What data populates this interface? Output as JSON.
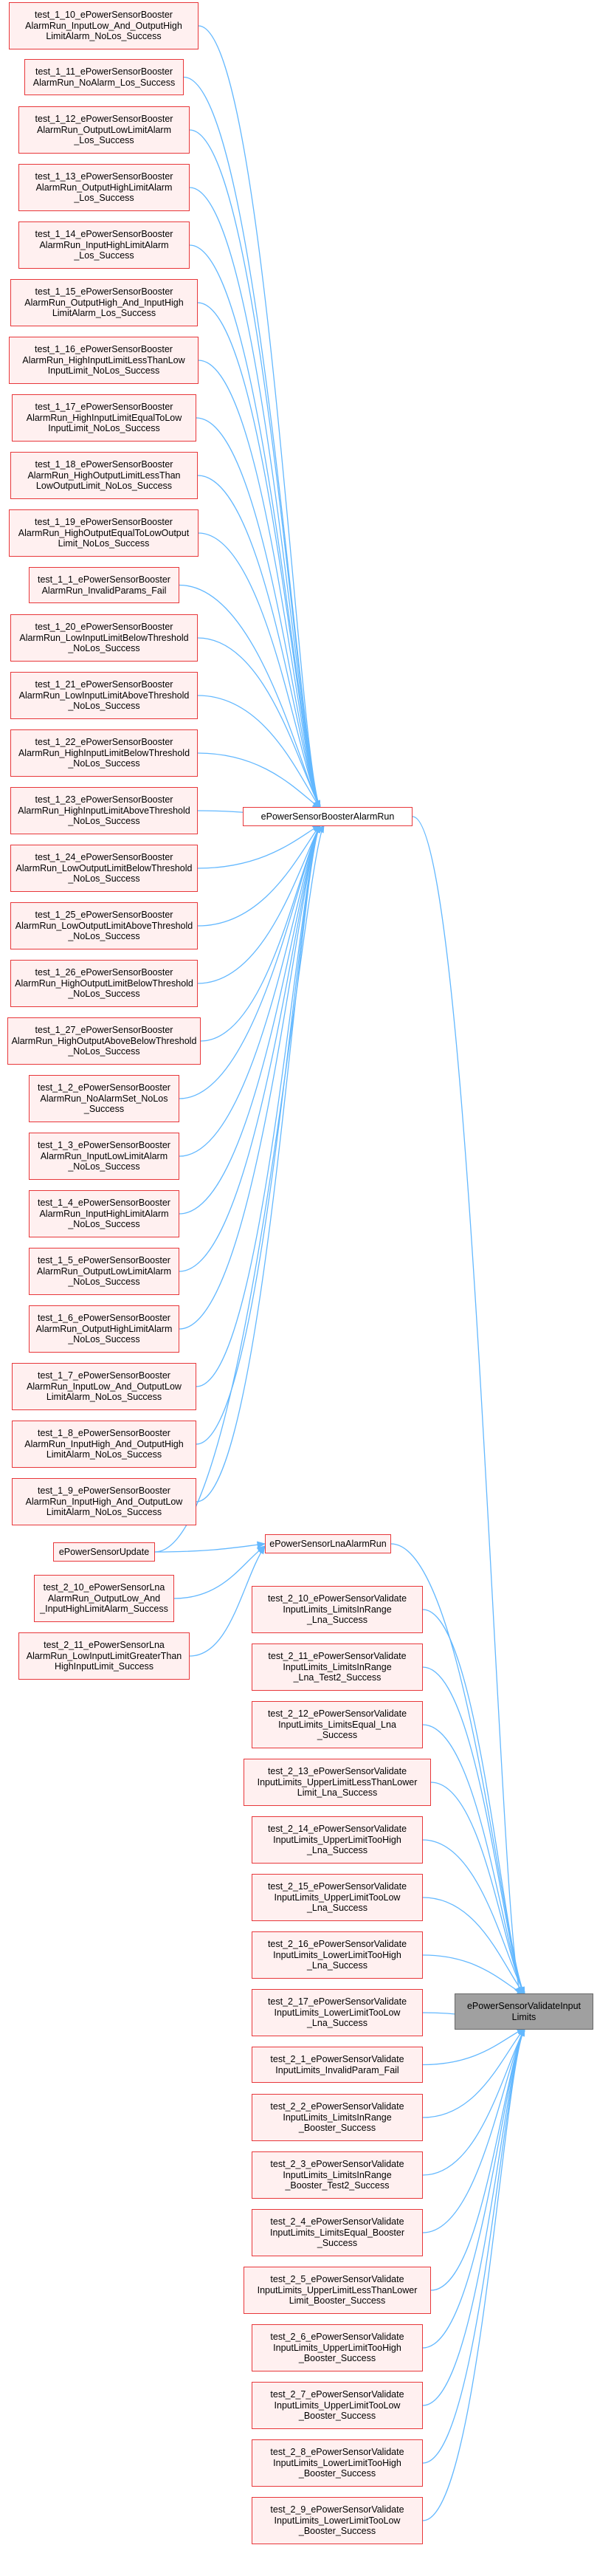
{
  "diagram": {
    "edge_color": "#63b8ff",
    "node_border_color": "#e8373a",
    "node_fill_color": "#fff0f0",
    "target_fill_color": "#a0a0a0",
    "hubs": {
      "alarm_run": "ePowerSensorBoosterAlarmRun",
      "lna_alarm_run": "ePowerSensorLnaAlarmRun",
      "validate": "ePowerSensorValidateInput\nLimits"
    },
    "update_node": "ePowerSensorUpdate",
    "booster_tests": [
      "test_1_10_ePowerSensorBooster\nAlarmRun_InputLow_And_OutputHigh\nLimitAlarm_NoLos_Success",
      "test_1_11_ePowerSensorBooster\nAlarmRun_NoAlarm_Los_Success",
      "test_1_12_ePowerSensorBooster\nAlarmRun_OutputLowLimitAlarm\n_Los_Success",
      "test_1_13_ePowerSensorBooster\nAlarmRun_OutputHighLimitAlarm\n_Los_Success",
      "test_1_14_ePowerSensorBooster\nAlarmRun_InputHighLimitAlarm\n_Los_Success",
      "test_1_15_ePowerSensorBooster\nAlarmRun_OutputHigh_And_InputHigh\nLimitAlarm_Los_Success",
      "test_1_16_ePowerSensorBooster\nAlarmRun_HighInputLimitLessThanLow\nInputLimit_NoLos_Success",
      "test_1_17_ePowerSensorBooster\nAlarmRun_HighInputLimitEqualToLow\nInputLimit_NoLos_Success",
      "test_1_18_ePowerSensorBooster\nAlarmRun_HighOutputLimitLessThan\nLowOutputLimit_NoLos_Success",
      "test_1_19_ePowerSensorBooster\nAlarmRun_HighOutputEqualToLowOutput\nLimit_NoLos_Success",
      "test_1_1_ePowerSensorBooster\nAlarmRun_InvalidParams_Fail",
      "test_1_20_ePowerSensorBooster\nAlarmRun_LowInputLimitBelowThreshold\n_NoLos_Success",
      "test_1_21_ePowerSensorBooster\nAlarmRun_LowInputLimitAboveThreshold\n_NoLos_Success",
      "test_1_22_ePowerSensorBooster\nAlarmRun_HighInputLimitBelowThreshold\n_NoLos_Success",
      "test_1_23_ePowerSensorBooster\nAlarmRun_HighInputLimitAboveThreshold\n_NoLos_Success",
      "test_1_24_ePowerSensorBooster\nAlarmRun_LowOutputLimitBelowThreshold\n_NoLos_Success",
      "test_1_25_ePowerSensorBooster\nAlarmRun_LowOutputLimitAboveThreshold\n_NoLos_Success",
      "test_1_26_ePowerSensorBooster\nAlarmRun_HighOutputLimitBelowThreshold\n_NoLos_Success",
      "test_1_27_ePowerSensorBooster\nAlarmRun_HighOutputAboveBelowThreshold\n_NoLos_Success",
      "test_1_2_ePowerSensorBooster\nAlarmRun_NoAlarmSet_NoLos\n_Success",
      "test_1_3_ePowerSensorBooster\nAlarmRun_InputLowLimitAlarm\n_NoLos_Success",
      "test_1_4_ePowerSensorBooster\nAlarmRun_InputHighLimitAlarm\n_NoLos_Success",
      "test_1_5_ePowerSensorBooster\nAlarmRun_OutputLowLimitAlarm\n_NoLos_Success",
      "test_1_6_ePowerSensorBooster\nAlarmRun_OutputHighLimitAlarm\n_NoLos_Success",
      "test_1_7_ePowerSensorBooster\nAlarmRun_InputLow_And_OutputLow\nLimitAlarm_NoLos_Success",
      "test_1_8_ePowerSensorBooster\nAlarmRun_InputHigh_And_OutputHigh\nLimitAlarm_NoLos_Success",
      "test_1_9_ePowerSensorBooster\nAlarmRun_InputHigh_And_OutputLow\nLimitAlarm_NoLos_Success"
    ],
    "lna_tests": [
      "test_2_10_ePowerSensorLna\nAlarmRun_OutputLow_And\n_InputHighLimitAlarm_Success",
      "test_2_11_ePowerSensorLna\nAlarmRun_LowInputLimitGreaterThan\nHighInputLimit_Success"
    ],
    "validate_tests": [
      "test_2_10_ePowerSensorValidate\nInputLimits_LimitsInRange\n_Lna_Success",
      "test_2_11_ePowerSensorValidate\nInputLimits_LimitsInRange\n_Lna_Test2_Success",
      "test_2_12_ePowerSensorValidate\nInputLimits_LimitsEqual_Lna\n_Success",
      "test_2_13_ePowerSensorValidate\nInputLimits_UpperLimitLessThanLower\nLimit_Lna_Success",
      "test_2_14_ePowerSensorValidate\nInputLimits_UpperLimitTooHigh\n_Lna_Success",
      "test_2_15_ePowerSensorValidate\nInputLimits_UpperLimitTooLow\n_Lna_Success",
      "test_2_16_ePowerSensorValidate\nInputLimits_LowerLimitTooHigh\n_Lna_Success",
      "test_2_17_ePowerSensorValidate\nInputLimits_LowerLimitTooLow\n_Lna_Success",
      "test_2_1_ePowerSensorValidate\nInputLimits_InvalidParam_Fail",
      "test_2_2_ePowerSensorValidate\nInputLimits_LimitsInRange\n_Booster_Success",
      "test_2_3_ePowerSensorValidate\nInputLimits_LimitsInRange\n_Booster_Test2_Success",
      "test_2_4_ePowerSensorValidate\nInputLimits_LimitsEqual_Booster\n_Success",
      "test_2_5_ePowerSensorValidate\nInputLimits_UpperLimitLessThanLower\nLimit_Booster_Success",
      "test_2_6_ePowerSensorValidate\nInputLimits_UpperLimitTooHigh\n_Booster_Success",
      "test_2_7_ePowerSensorValidate\nInputLimits_UpperLimitTooLow\n_Booster_Success",
      "test_2_8_ePowerSensorValidate\nInputLimits_LowerLimitTooHigh\n_Booster_Success",
      "test_2_9_ePowerSensorValidate\nInputLimits_LowerLimitTooLow\n_Booster_Success"
    ]
  }
}
